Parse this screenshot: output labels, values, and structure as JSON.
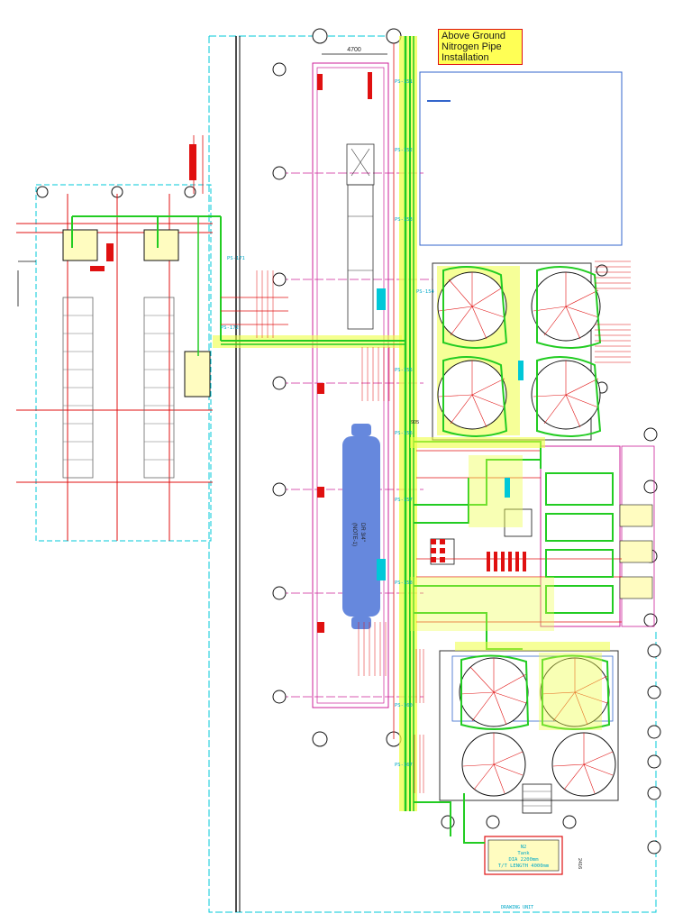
{
  "callout": {
    "line1": "Above Ground",
    "line2": "Nitrogen Pipe",
    "line3": "Installation"
  },
  "dimension_top": "4700",
  "tank_label": {
    "l1": "N2",
    "l2": "Tank",
    "l3": "DIA 2200mm",
    "l4": "T/T LENGTH 4000mm"
  },
  "drawing_unit": "DRAWING UNIT",
  "corner_number": "2416",
  "ref_905": "905",
  "bus_label": "DR 3/4\"",
  "bus_label2": "(NOTE-1)",
  "pipe_tags": [
    "PS-151",
    "PS-152",
    "PS-153",
    "PS-154",
    "PS-155",
    "PS-156",
    "PS-157",
    "PS-158",
    "PS-160",
    "PS-167",
    "PS-171",
    "PS-172"
  ],
  "colors": {
    "nitrogen_line": "#22cc22",
    "highlight": "#eeff44",
    "dimension": "#e01010",
    "grid": "#00c8d8",
    "boundary": "#cc2299",
    "vessel": "#6688dd"
  }
}
